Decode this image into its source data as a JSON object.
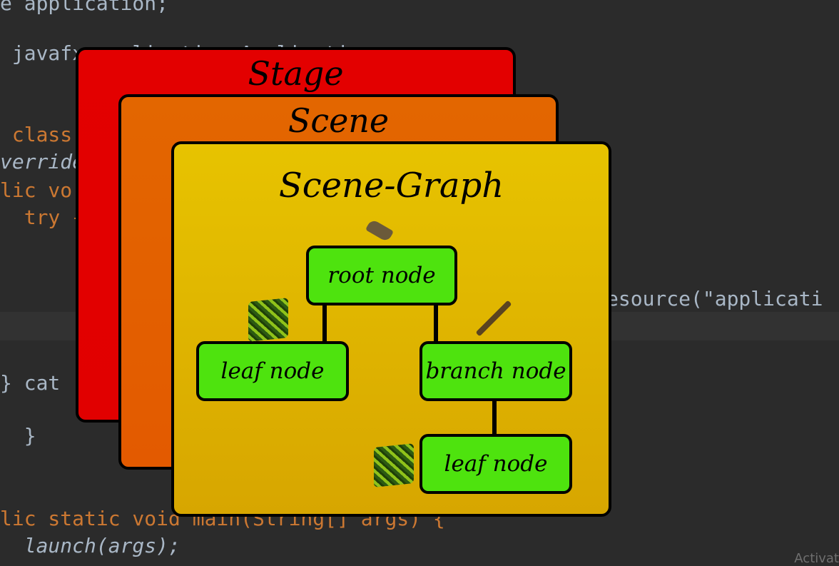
{
  "editor": {
    "lines": [
      {
        "k": "",
        "t": "e application;"
      },
      {
        "k": "",
        "t": " javafx.application.Application;"
      },
      {
        "k": "kw",
        "t": " class"
      },
      {
        "k": "it",
        "t": "verride"
      },
      {
        "k": "kw",
        "t": "lic vo"
      },
      {
        "k": "kw",
        "t": "  try {"
      },
      {
        "k": "",
        "t": "     "
      },
      {
        "k": "",
        "t": "} cat"
      },
      {
        "k": "",
        "t": "  }"
      },
      {
        "k": "kw",
        "t": "lic static void main(String[] args) {"
      },
      {
        "k": "it",
        "t": "  launch(args);"
      }
    ],
    "right_code": "esource(\"applicati"
  },
  "watermark": "Activat",
  "diagram": {
    "stage_title": "Stage",
    "scene_title": "Scene",
    "graph_title": "Scene-Graph",
    "nodes": {
      "root": "root node",
      "leaf1": "leaf node",
      "branch": "branch node",
      "leaf2": "leaf node"
    }
  }
}
